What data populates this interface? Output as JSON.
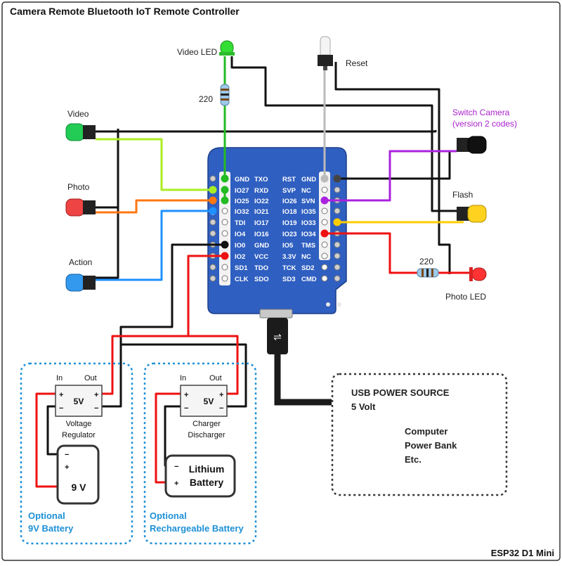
{
  "title": "Camera Remote Bluetooth IoT Remote Controller",
  "footer": "ESP32 D1 Mini",
  "labels": {
    "video_led": "Video LED",
    "reset": "Reset",
    "resistor_top": "220",
    "resistor_bottom": "220",
    "video": "Video",
    "photo": "Photo",
    "action": "Action",
    "switch_camera": "Switch Camera",
    "switch_camera_note": "(version 2 codes)",
    "flash": "Flash",
    "photo_led": "Photo LED"
  },
  "board_pins": {
    "left_col1": [
      "GND",
      "IO27",
      "IO25",
      "IO32",
      "TDI",
      "IO4",
      "IO0",
      "IO2",
      "SD1",
      "CLK"
    ],
    "left_col2": [
      "TXO",
      "RXD",
      "IO22",
      "IO21",
      "IO17",
      "IO16",
      "GND",
      "VCC",
      "TDO",
      "SDO"
    ],
    "right_col1": [
      "RST",
      "SVP",
      "IO26",
      "IO18",
      "IO19",
      "IO23",
      "IO5",
      "3.3V",
      "TCK",
      "SD3"
    ],
    "right_col2": [
      "GND",
      "NC",
      "SVN",
      "IO35",
      "IO33",
      "IO34",
      "TMS",
      "NC",
      "SD2",
      "CMD"
    ]
  },
  "usb_source": {
    "title": "USB POWER SOURCE",
    "voltage": "5 Volt",
    "items": [
      "Computer",
      "Power Bank",
      "Etc."
    ]
  },
  "regulator": {
    "in": "In",
    "out": "Out",
    "value": "5V",
    "name_line1": "Voltage",
    "name_line2": "Regulator",
    "plus": "+",
    "minus": "−"
  },
  "charger": {
    "in": "In",
    "out": "Out",
    "value": "5V",
    "name_line1": "Charger",
    "name_line2": "Discharger",
    "plus": "+",
    "minus": "−"
  },
  "battery_9v": {
    "minus": "−",
    "plus": "+",
    "label": "9 V"
  },
  "lithium": {
    "minus": "−",
    "plus": "+",
    "line1": "Lithium",
    "line2": "Battery"
  },
  "optional_9v": {
    "line1": "Optional",
    "line2": "9V Battery"
  },
  "optional_recharge": {
    "line1": "Optional",
    "line2": "Rechargeable Battery"
  },
  "colors": {
    "wire_black": "#111111",
    "wire_red": "#ee1111",
    "wire_green": "#22bb22",
    "wire_lime": "#aaee22",
    "wire_orange": "#ff7711",
    "wire_blue": "#1e90ff",
    "wire_purple": "#aa22dd",
    "wire_yellow": "#ffcc00",
    "wire_grey": "#bbbbbb",
    "board": "#2f5fc0",
    "dotted_blue": "#1e90d6",
    "purple_text": "#aa22cc"
  }
}
